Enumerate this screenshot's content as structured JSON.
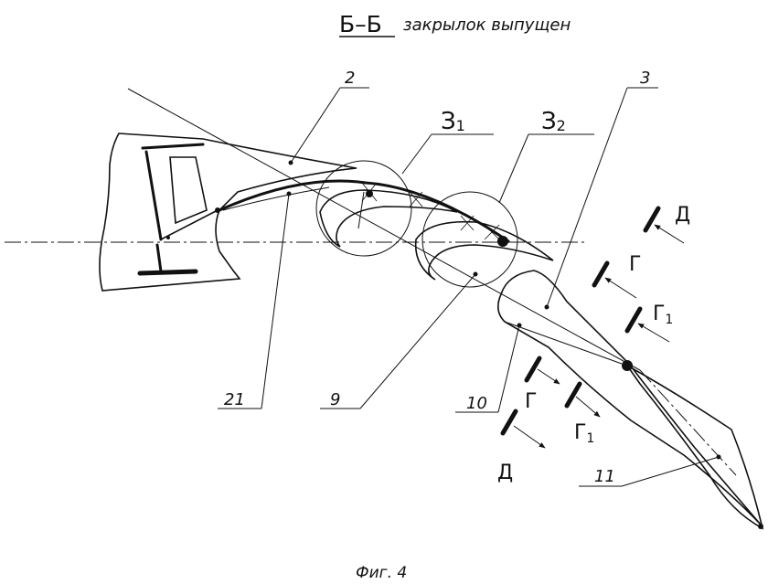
{
  "title": {
    "section": "Б–Б",
    "caption": "закрылок выпущен"
  },
  "figure_caption": "Фиг. 4",
  "callouts": {
    "c2": "2",
    "c3": "3",
    "c9": "9",
    "c10": "10",
    "c11": "11",
    "c21": "21",
    "z1_base": "З",
    "z1_sub": "1",
    "z2_base": "З",
    "z2_sub": "2"
  },
  "view_markers": {
    "d_top": "Д",
    "g_top": "Г",
    "g1_top_base": "Г",
    "g1_top_sub": "1",
    "g_bottom": "Г",
    "g1_bottom_base": "Г",
    "g1_bottom_sub": "1",
    "d_bottom": "Д"
  }
}
